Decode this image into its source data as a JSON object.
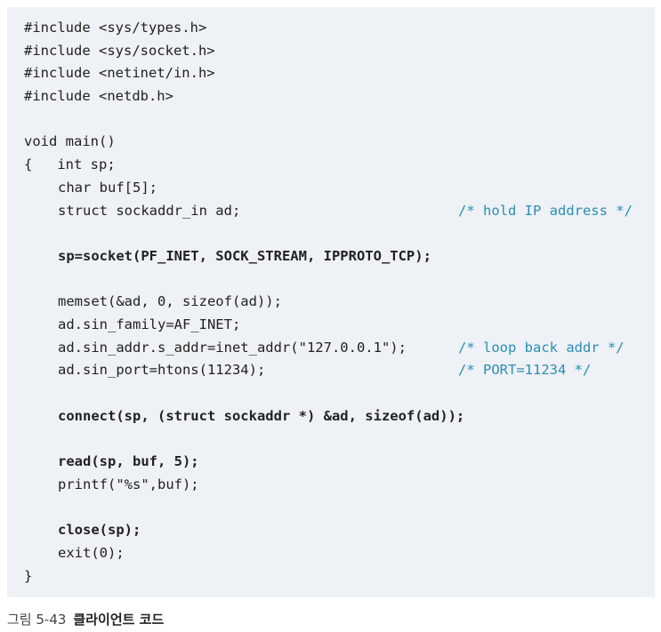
{
  "code": {
    "lines": [
      {
        "text": "#include <sys/types.h>",
        "comment": ""
      },
      {
        "text": "#include <sys/socket.h>",
        "comment": ""
      },
      {
        "text": "#include <netinet/in.h>",
        "comment": ""
      },
      {
        "text": "#include <netdb.h>",
        "comment": ""
      },
      {
        "text": "",
        "comment": ""
      },
      {
        "text": "void main()",
        "comment": ""
      },
      {
        "text": "{   int sp;",
        "comment": ""
      },
      {
        "text": "char buf[5];",
        "comment": ""
      },
      {
        "text": "struct sockaddr_in ad;",
        "comment": "/* hold IP address */"
      },
      {
        "text": "",
        "comment": ""
      },
      {
        "text": "sp=socket(PF_INET, SOCK_STREAM, IPPROTO_TCP);",
        "comment": ""
      },
      {
        "text": "",
        "comment": ""
      },
      {
        "text": "memset(&ad, 0, sizeof(ad));",
        "comment": ""
      },
      {
        "text": "ad.sin_family=AF_INET;",
        "comment": ""
      },
      {
        "text": "ad.sin_addr.s_addr=inet_addr(\"127.0.0.1\");",
        "comment": "/* loop back addr */"
      },
      {
        "text": "ad.sin_port=htons(11234);",
        "comment": "/* PORT=11234 */"
      },
      {
        "text": "",
        "comment": ""
      },
      {
        "text": "connect(sp, (struct sockaddr *) &ad, sizeof(ad));",
        "comment": ""
      },
      {
        "text": "",
        "comment": ""
      },
      {
        "text": "read(sp, buf, 5);",
        "comment": ""
      },
      {
        "text": "printf(\"%s\",buf);",
        "comment": ""
      },
      {
        "text": "",
        "comment": ""
      },
      {
        "text": "close(sp);",
        "comment": ""
      },
      {
        "text": "exit(0);",
        "comment": ""
      },
      {
        "text": "}",
        "comment": ""
      }
    ]
  },
  "caption": {
    "number": "그림 5-43",
    "title": "클라이언트 코드"
  },
  "colors": {
    "code_background": "#eef1f5",
    "comment": "#2b8fb3",
    "code_text": "#222222"
  }
}
